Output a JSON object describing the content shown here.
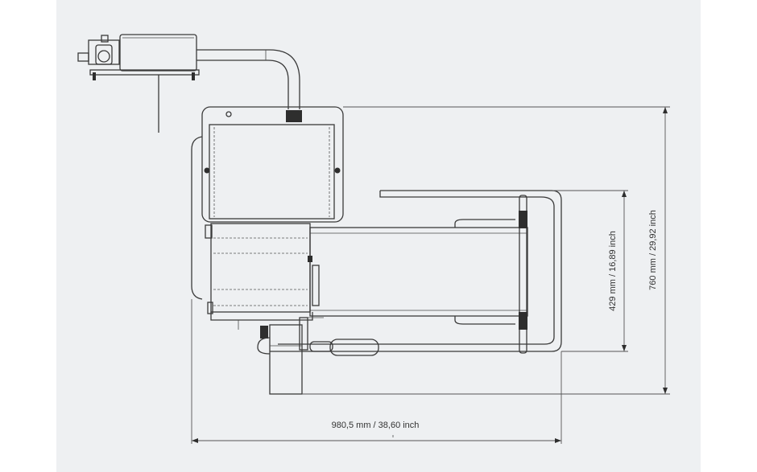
{
  "dimensions": {
    "width_label": "980,5 mm / 38,60 inch",
    "height_total_label": "760 mm / 29,92 inch",
    "height_inner_label": "429 mm / 16,89 inch"
  },
  "colors": {
    "background": "#eef0f2",
    "line": "#3a3a3a"
  }
}
